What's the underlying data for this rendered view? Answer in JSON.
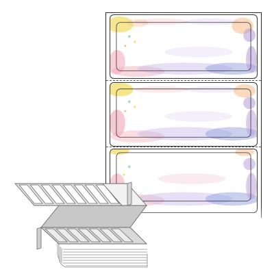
{
  "product": {
    "type": "fanfold-label-sheet",
    "label_count_visible": 3,
    "label_theme": "watercolor-border",
    "colors": {
      "outline": "#2a2a2a",
      "stack_fill": "#d9d9d9",
      "stack_edge": "#8a8a8a",
      "watercolor_yellow": "#f3dc63",
      "watercolor_pink": "#f2a7b5",
      "watercolor_blue": "#9aa9e0",
      "watercolor_violet": "#b79ad8",
      "watercolor_peach": "#f6c08f",
      "watercolor_teal": "#8fd3d1"
    }
  }
}
